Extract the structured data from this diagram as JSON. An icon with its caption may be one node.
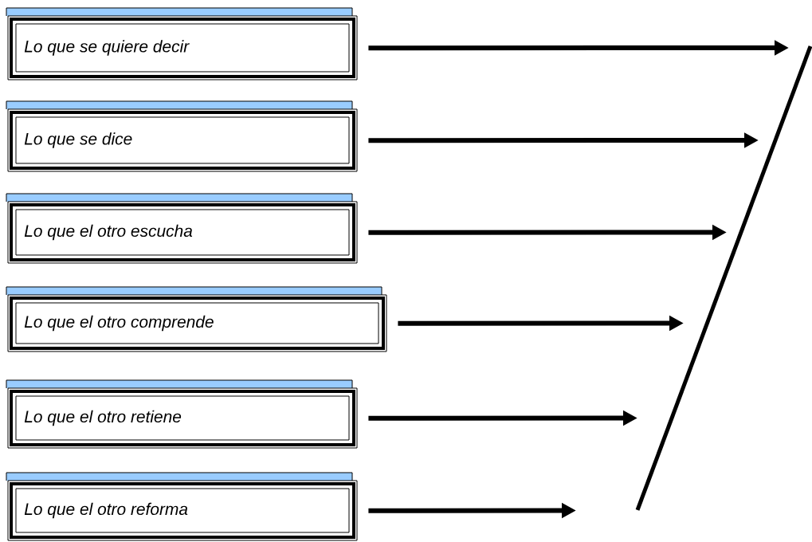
{
  "diagram": {
    "nodes": [
      {
        "text": [
          "Lo que se quiere decir"
        ]
      },
      {
        "text": [
          "Lo que se dice"
        ]
      },
      {
        "text": [
          "Lo que el otro escucha"
        ]
      },
      {
        "text": [
          "Lo que el otro comprende"
        ]
      },
      {
        "text": [
          "Lo que el otro retiene"
        ]
      },
      {
        "text": [
          "Lo que el otro reforma"
        ]
      }
    ],
    "edges": [
      {
        "from": 0,
        "to": null,
        "arrow": "to"
      },
      {
        "from": 1,
        "to": null,
        "arrow": "to"
      },
      {
        "from": 2,
        "to": null,
        "arrow": "to"
      },
      {
        "from": 3,
        "to": null,
        "arrow": "to"
      },
      {
        "from": 4,
        "to": null,
        "arrow": "to"
      },
      {
        "from": 5,
        "to": null,
        "arrow": "to"
      }
    ]
  }
}
